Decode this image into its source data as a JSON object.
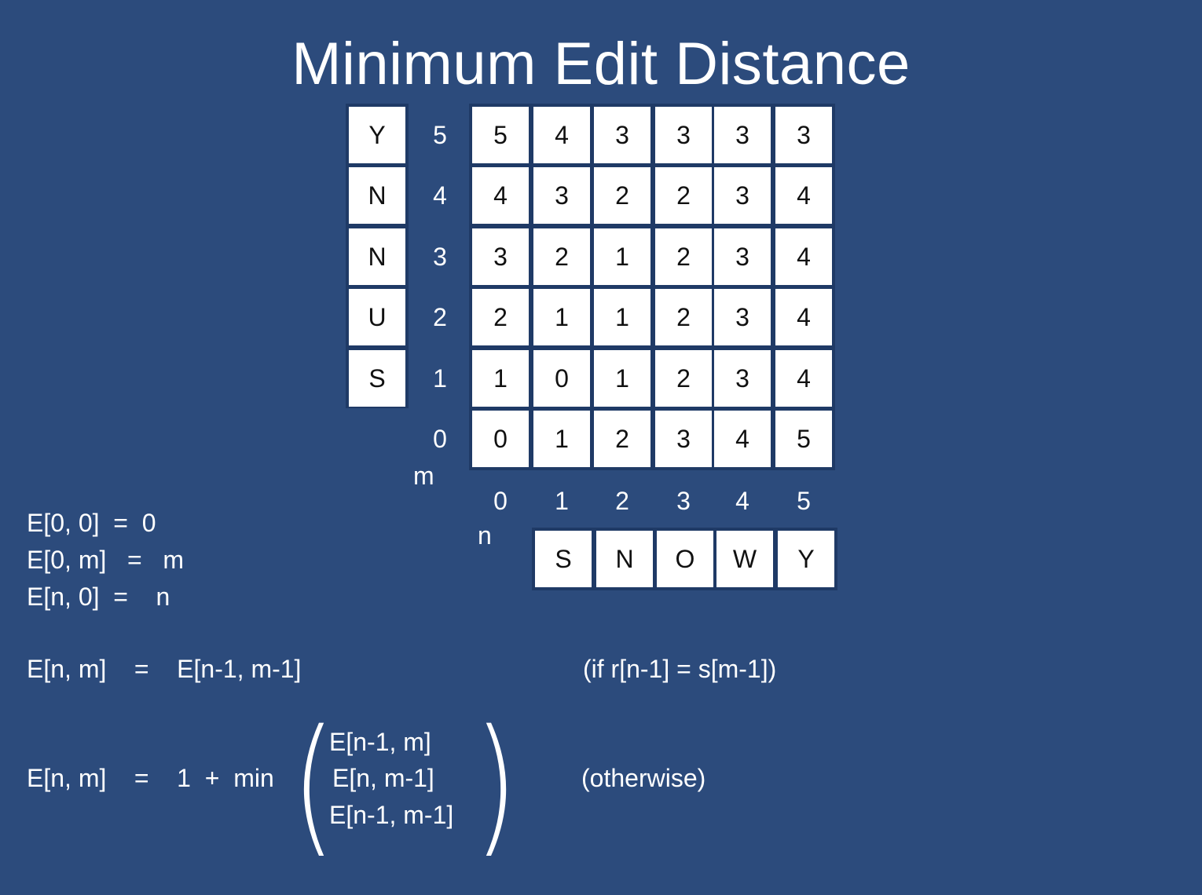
{
  "title": "Minimum Edit Distance",
  "vertical_word": [
    "Y",
    "N",
    "N",
    "U",
    "S"
  ],
  "row_indices": [
    "5",
    "4",
    "3",
    "2",
    "1",
    "0"
  ],
  "matrix": [
    [
      "5",
      "4",
      "3",
      "3",
      "3",
      "3"
    ],
    [
      "4",
      "3",
      "2",
      "2",
      "3",
      "4"
    ],
    [
      "3",
      "2",
      "1",
      "2",
      "3",
      "4"
    ],
    [
      "2",
      "1",
      "1",
      "2",
      "3",
      "4"
    ],
    [
      "1",
      "0",
      "1",
      "2",
      "3",
      "4"
    ],
    [
      "0",
      "1",
      "2",
      "3",
      "4",
      "5"
    ]
  ],
  "col_indices": [
    "0",
    "1",
    "2",
    "3",
    "4",
    "5"
  ],
  "horizontal_word": [
    "S",
    "N",
    "O",
    "W",
    "Y"
  ],
  "axis_labels": {
    "m": "m",
    "n": "n"
  },
  "base_cases": [
    "E[0, 0]  =  0",
    "E[0, m]   =   m",
    "E[n, 0]  =    n"
  ],
  "recurrence_match": {
    "lhs": "E[n, m]    =    E[n-1, m-1]",
    "condition": "(if r[n-1] = s[m-1])"
  },
  "recurrence_otherwise": {
    "lhs": "E[n, m]    =    1  +  min",
    "options": [
      "E[n-1, m]",
      "E[n, m-1]",
      "E[n-1, m-1]"
    ],
    "condition": "(otherwise)"
  }
}
